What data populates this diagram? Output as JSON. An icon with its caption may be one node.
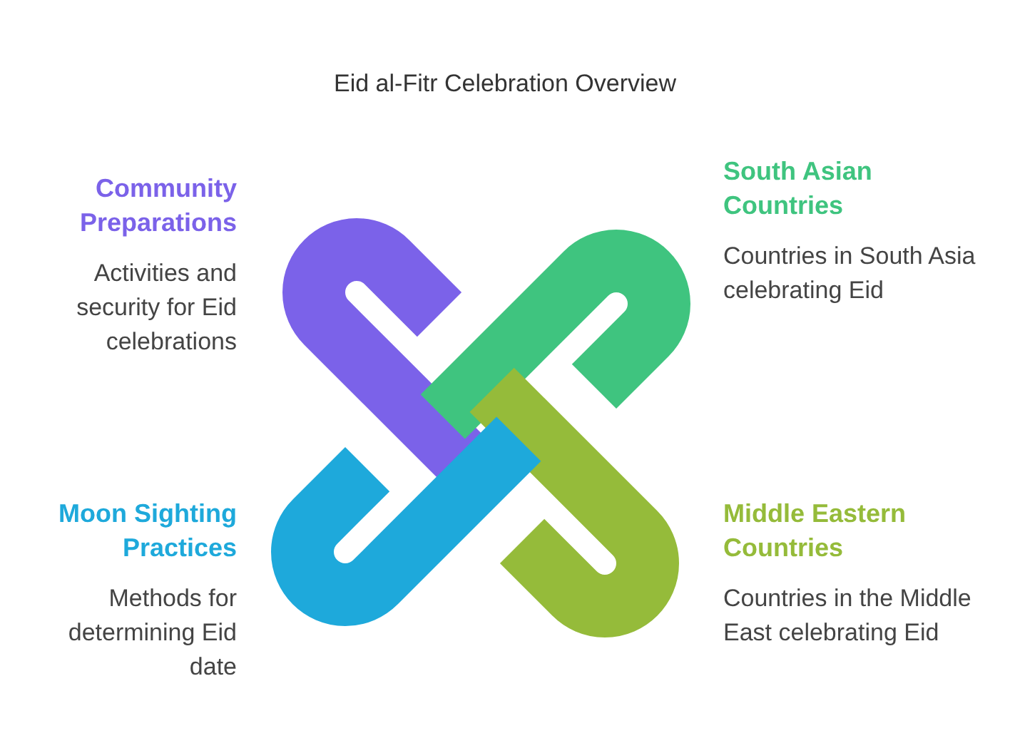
{
  "diagram": {
    "title": "Eid al-Fitr Celebration Overview",
    "labels": [
      "Community Preparations",
      "South Asian Countries",
      "Activities and security for Eid celebrations",
      "Countries in South Asia celebrating Eid",
      "Moon Sighting Practices",
      "Middle Eastern Countries",
      "Methods for determining Eid date",
      "Countries in the Middle East celebrating Eid"
    ]
  }
}
